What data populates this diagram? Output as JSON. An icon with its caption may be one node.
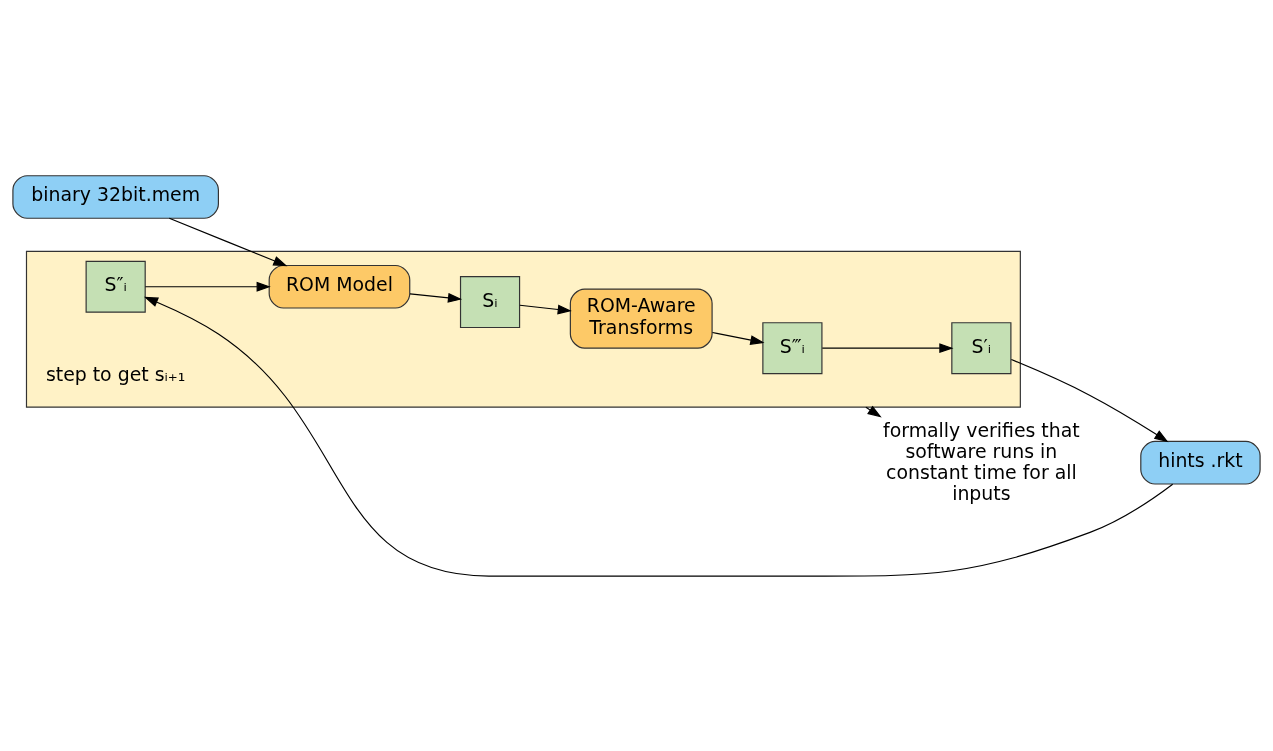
{
  "diagram": {
    "nodes": [
      {
        "text": [],
        "shape": "box"
      },
      {
        "text": [
          "S‴ᵢ"
        ],
        "in": 0
      },
      {
        "text": [
          "ROM-Aware Transforms"
        ],
        "in": 0
      },
      {
        "text": [
          "Sᵢ"
        ],
        "in": 0
      },
      {
        "text": [
          "ROM Model"
        ],
        "in": 0
      },
      {
        "text": [
          "S″ᵢ"
        ],
        "in": 0
      },
      {
        "text": [
          "S′ᵢ"
        ],
        "in": 0
      },
      {
        "text": [
          "binary 32bit.mem"
        ]
      },
      {
        "text": [
          "hints .rkt"
        ]
      },
      {
        "text": [
          "formally verifies that software runs in constant time for all inputs"
        ]
      }
    ],
    "edges": [
      {
        "from": 2,
        "to": 1,
        "arrow": "to"
      },
      {
        "from": 1,
        "to": 6,
        "arrow": "to"
      },
      {
        "from": 3,
        "to": 2,
        "arrow": "to"
      },
      {
        "from": 4,
        "to": 3,
        "arrow": "to"
      },
      {
        "from": 7,
        "to": 4,
        "arrow": "to"
      },
      {
        "from": 5,
        "to": 4,
        "arrow": "to"
      },
      {
        "from": 8,
        "to": 5,
        "arrow": "to"
      },
      {
        "from": 6,
        "to": 8,
        "arrow": "to"
      },
      {
        "from": 0,
        "to": 9,
        "arrow": "to"
      }
    ],
    "labels": [
      "step to get sᵢ₊₁"
    ]
  }
}
